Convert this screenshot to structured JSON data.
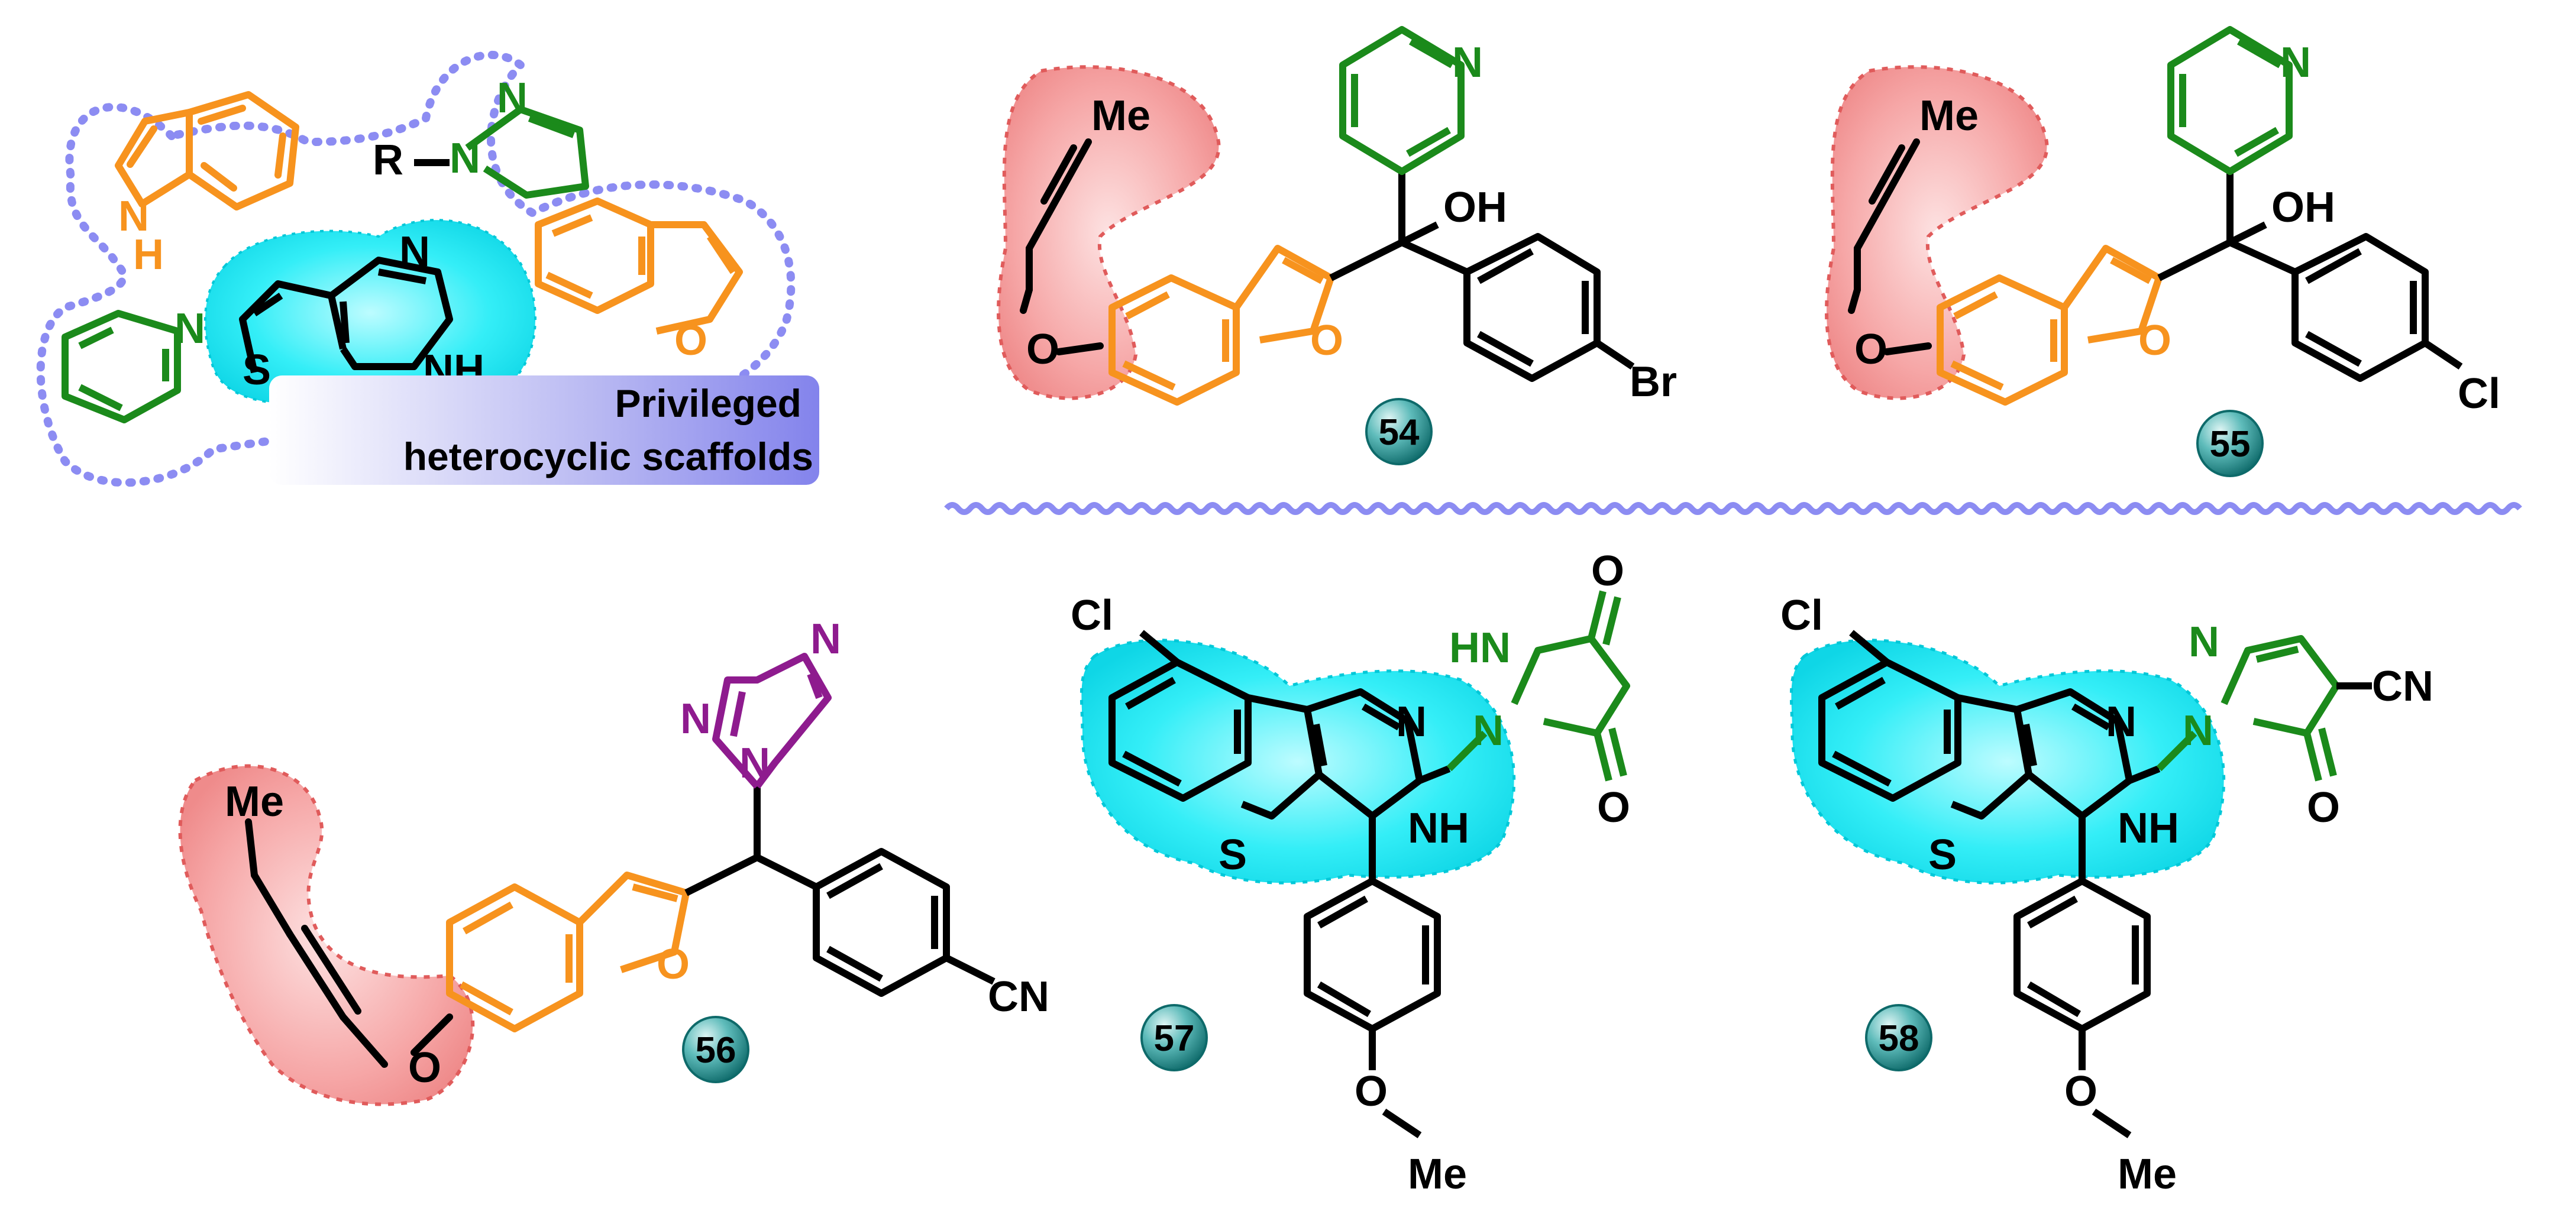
{
  "scaffold_panel": {
    "caption_line1": "Privileged",
    "caption_line2": "heterocyclic scaffolds",
    "labels": {
      "indole_nh": "N",
      "indole_h": "H",
      "pyrazoline_r": "R",
      "pyrazoline_n1": "N",
      "pyrazoline_n2": "N",
      "pyridine_n": "N",
      "benzofuran_o": "O",
      "thienopyrimidine_n": "N",
      "thienopyrimidine_nh": "NH",
      "thienopyrimidine_s": "S"
    }
  },
  "compounds": [
    {
      "id": "54",
      "labels": {
        "me": "Me",
        "ether_o": "O",
        "furan_o": "O",
        "oh": "OH",
        "pyr_n": "N",
        "halogen": "Br"
      }
    },
    {
      "id": "55",
      "labels": {
        "me": "Me",
        "ether_o": "O",
        "furan_o": "O",
        "oh": "OH",
        "pyr_n": "N",
        "halogen": "Cl"
      }
    },
    {
      "id": "56",
      "labels": {
        "me": "Me",
        "ether_o": "O",
        "furan_o": "O",
        "tri_n1": "N",
        "tri_n2": "N",
        "tri_n3": "N",
        "cn": "CN"
      }
    },
    {
      "id": "57",
      "labels": {
        "cl": "Cl",
        "s": "S",
        "n": "N",
        "nh": "NH",
        "hn": "HN",
        "n_pz": "N",
        "o_top": "O",
        "o_bot": "O",
        "o_ether": "O",
        "me": "Me"
      }
    },
    {
      "id": "58",
      "labels": {
        "cl": "Cl",
        "s": "S",
        "n": "N",
        "nh": "NH",
        "n_pz1": "N",
        "n_pz2": "N",
        "o": "O",
        "cn": "CN",
        "o_ether": "O",
        "me": "Me"
      }
    }
  ],
  "colors": {
    "orange": "#f7931e",
    "green": "#1b8a1b",
    "purple": "#8e1b8e",
    "cyan_highlight": "#00e5f0",
    "red_highlight": "#f47f7f",
    "blue_dash": "#8c8cf2",
    "badge": "#1f8f8f"
  }
}
